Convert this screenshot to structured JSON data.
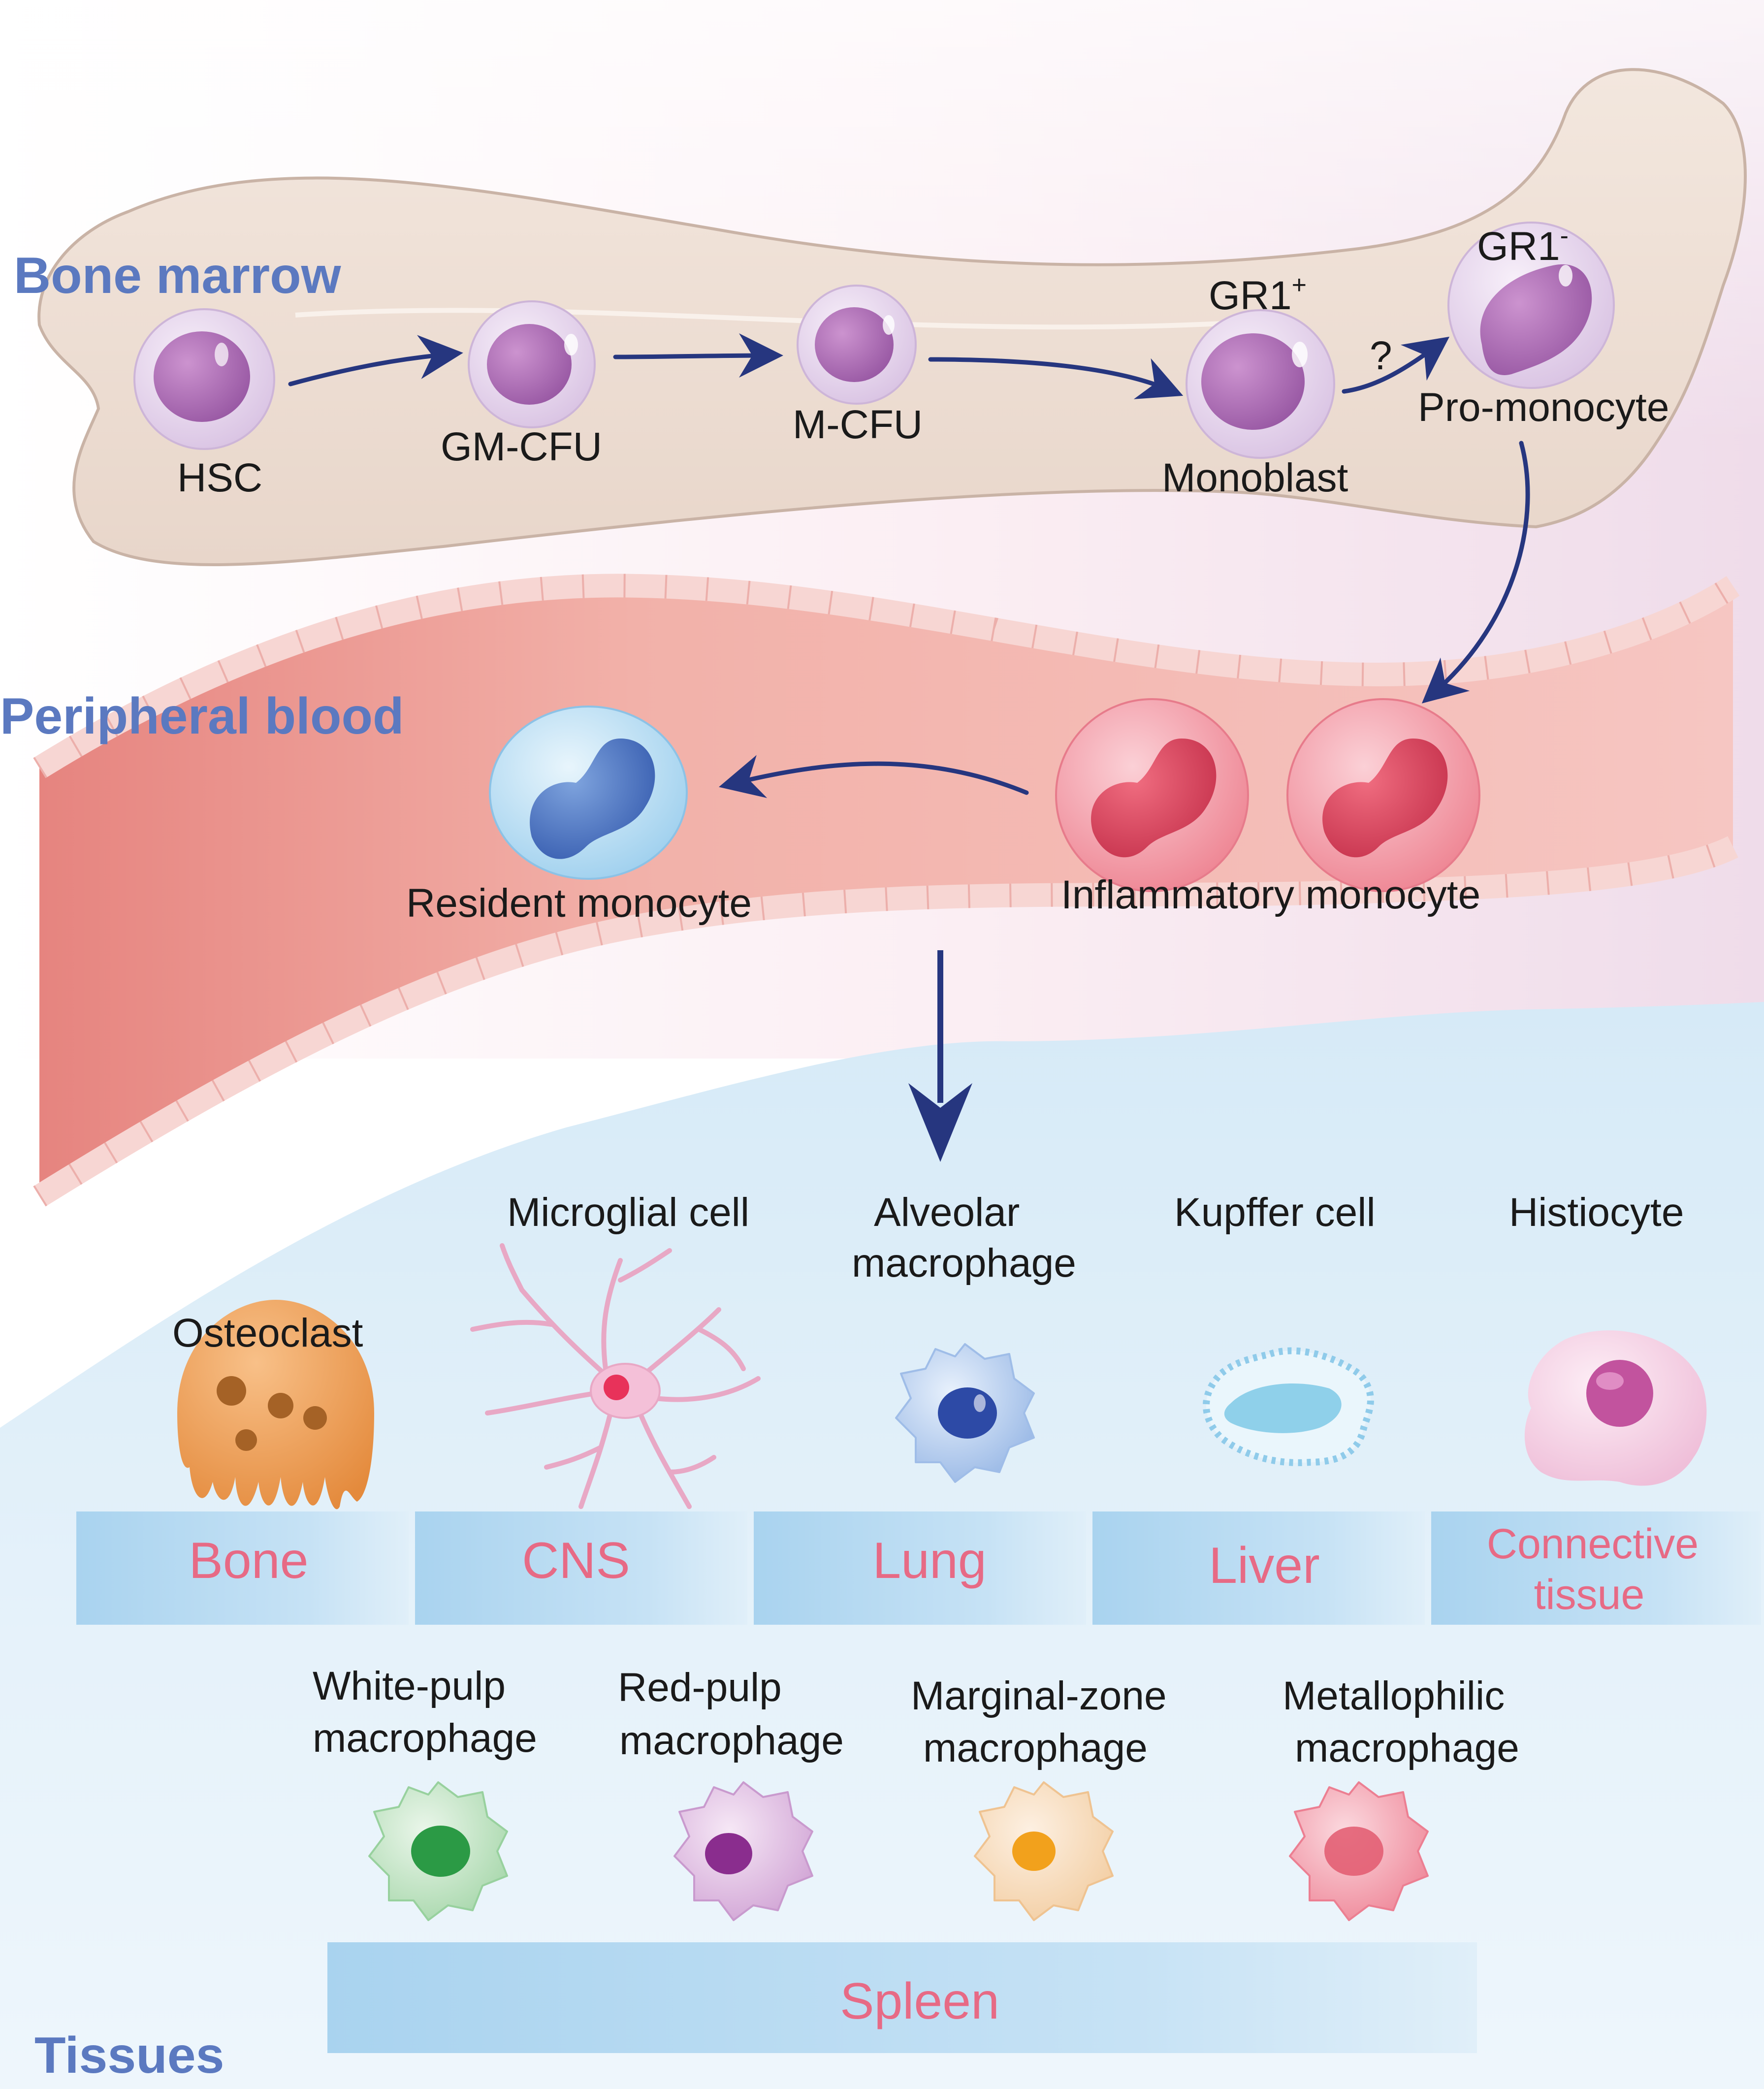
{
  "sections": {
    "bone_marrow": "Bone marrow",
    "peripheral_blood": "Peripheral blood",
    "tissues": "Tissues"
  },
  "bone_marrow_cells": {
    "hsc": "HSC",
    "gm_cfu": "GM-CFU",
    "m_cfu": "M-CFU",
    "monoblast": "Monoblast",
    "gr1_plus_base": "GR1",
    "gr1_plus_sup": "+",
    "gr1_minus_base": "GR1",
    "gr1_minus_sup": "-",
    "pro_monocyte": "Pro-monocyte",
    "question": "?"
  },
  "blood_cells": {
    "resident": "Resident monocyte",
    "inflammatory": "Inflammatory monocyte"
  },
  "tissue_cells": {
    "osteoclast": "Osteoclast",
    "microglial": "Microglial cell",
    "alveolar_1": "Alveolar",
    "alveolar_2": "macrophage",
    "kupffer": "Kupffer cell",
    "histiocyte": "Histiocyte"
  },
  "organs": {
    "bone": "Bone",
    "cns": "CNS",
    "lung": "Lung",
    "liver": "Liver",
    "connective_1": "Connective",
    "connective_2": "tissue",
    "spleen": "Spleen"
  },
  "spleen_cells": {
    "white_1": "White-pulp",
    "white_2": "macrophage",
    "red_1": "Red-pulp",
    "red_2": "macrophage",
    "marginal_1": "Marginal-zone",
    "marginal_2": "macrophage",
    "metallo_1": "Metallophilic",
    "metallo_2": "macrophage"
  },
  "colors": {
    "section_label": "#5b79c0",
    "organ_label": "#e76a85",
    "arrow": "#26367f",
    "bone": "#efe0d6",
    "vessel": "#f2b3ad",
    "tissue_bg": "#e4f1fa"
  }
}
